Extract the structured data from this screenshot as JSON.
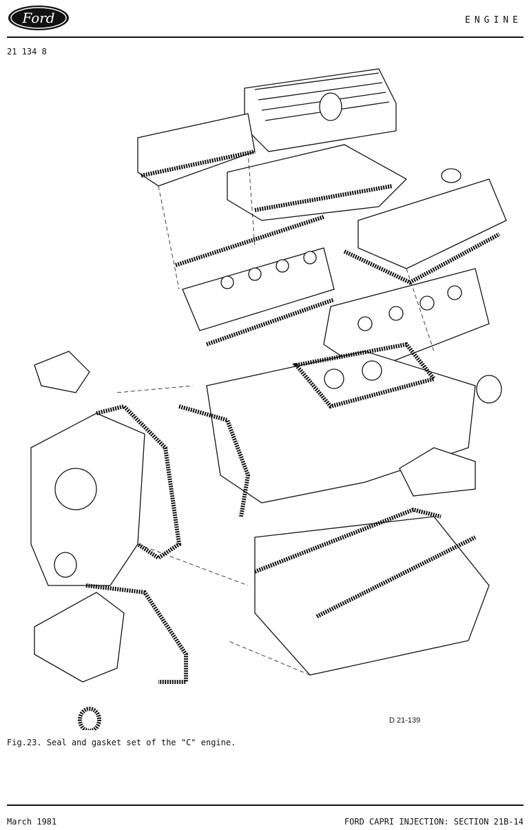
{
  "header": {
    "brand": "Ford",
    "section_title": "ENGINE",
    "doc_code": "21 134 8"
  },
  "figure": {
    "ref": "D 21-139",
    "caption": "Fig.23. Seal and gasket set of the \"C\" engine."
  },
  "footer": {
    "date": "March 1981",
    "section": "FORD CAPRI INJECTION: SECTION 21B-14"
  },
  "colors": {
    "ink": "#111111",
    "paper": "#ffffff"
  }
}
